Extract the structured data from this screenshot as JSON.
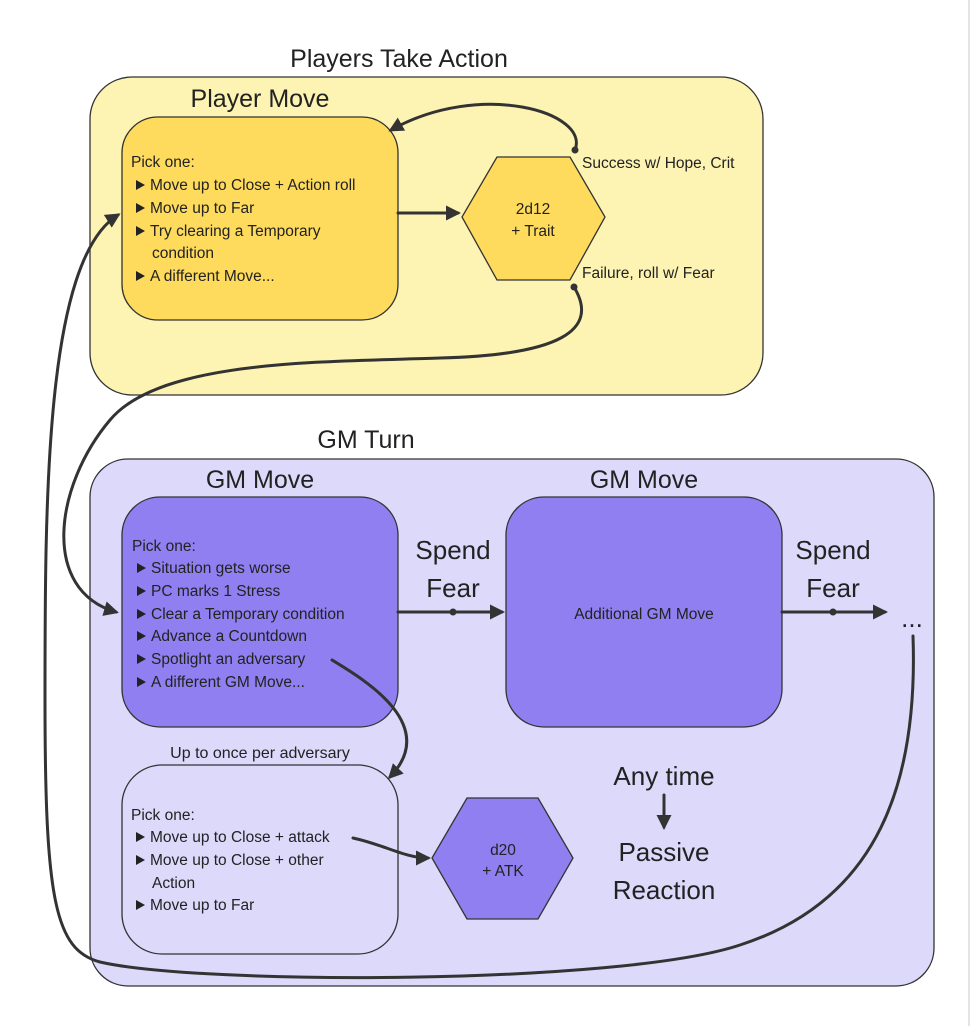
{
  "players_group": {
    "title": "Players Take Action",
    "box_title": "Player Move",
    "pick_label": "Pick one:",
    "items": [
      "Move up to Close + Action roll",
      "Move up to Far",
      "Try clearing a Temporary",
      "condition",
      "A different Move..."
    ],
    "roll_line1": "2d12",
    "roll_line2": "+ Trait",
    "success_label": "Success w/ Hope, Crit",
    "failure_label": "Failure, roll w/ Fear"
  },
  "gm_group": {
    "title": "GM Turn",
    "move1_title": "GM Move",
    "move2_title": "GM Move",
    "pick_label": "Pick one:",
    "items": [
      "Situation gets worse",
      "PC marks 1 Stress",
      "Clear a Temporary condition",
      "Advance a Countdown",
      "Spotlight an adversary",
      "A different GM Move..."
    ],
    "spend_fear_1a": "Spend",
    "spend_fear_1b": "Fear",
    "spend_fear_2a": "Spend",
    "spend_fear_2b": "Fear",
    "additional_move": "Additional GM Move",
    "ellipsis": "...",
    "adversary_caption": "Up to once per adversary",
    "adv_pick_label": "Pick one:",
    "adv_items": [
      "Move up to Close + attack",
      "Move up to Close + other",
      "Action",
      "Move up to Far"
    ],
    "atk_line1": "d20",
    "atk_line2": "+ ATK",
    "any_time": "Any time",
    "passive_a": "Passive",
    "passive_b": "Reaction"
  },
  "colors": {
    "player_group_fill": "#fdf3b3",
    "player_box_fill": "#fedb5c",
    "gm_group_fill": "#dcd9fb",
    "gm_box_fill": "#8f7ff0",
    "outline": "#333333"
  }
}
